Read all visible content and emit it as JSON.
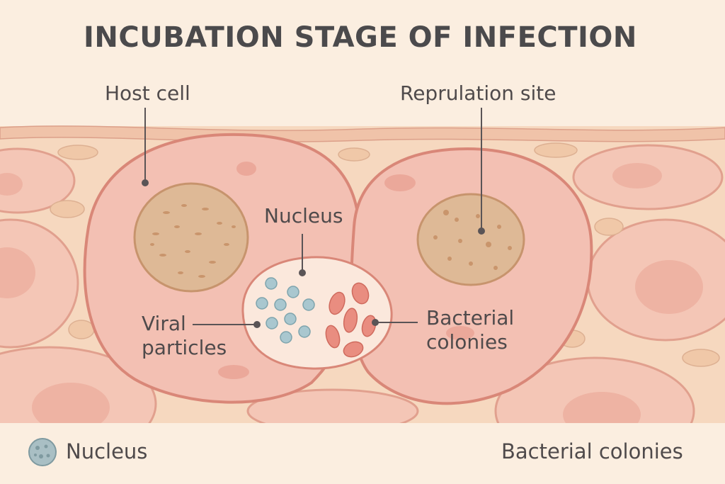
{
  "title": "INCUBATION STAGE OF INFECTION",
  "labels": {
    "host_cell": "Host cell",
    "replication_site": "Reprulation site",
    "nucleus": "Nucleus",
    "viral_particles_line1": "Viral",
    "viral_particles_line2": "particles",
    "bacterial_colonies_line1": "Bacterial",
    "bacterial_colonies_line2": "colonies"
  },
  "legend": {
    "nucleus": "Nucleus",
    "bacterial_colonies": "Bacterial colonies"
  },
  "colors": {
    "background": "#fbeee0",
    "cell_fill": "#f3c0b3",
    "cell_outline": "#d98778",
    "nucleus_fill": "#deb996",
    "viral_particle": "#a9c7cf",
    "bacteria": "#e98d80",
    "label_text": "#4f4a4b"
  }
}
